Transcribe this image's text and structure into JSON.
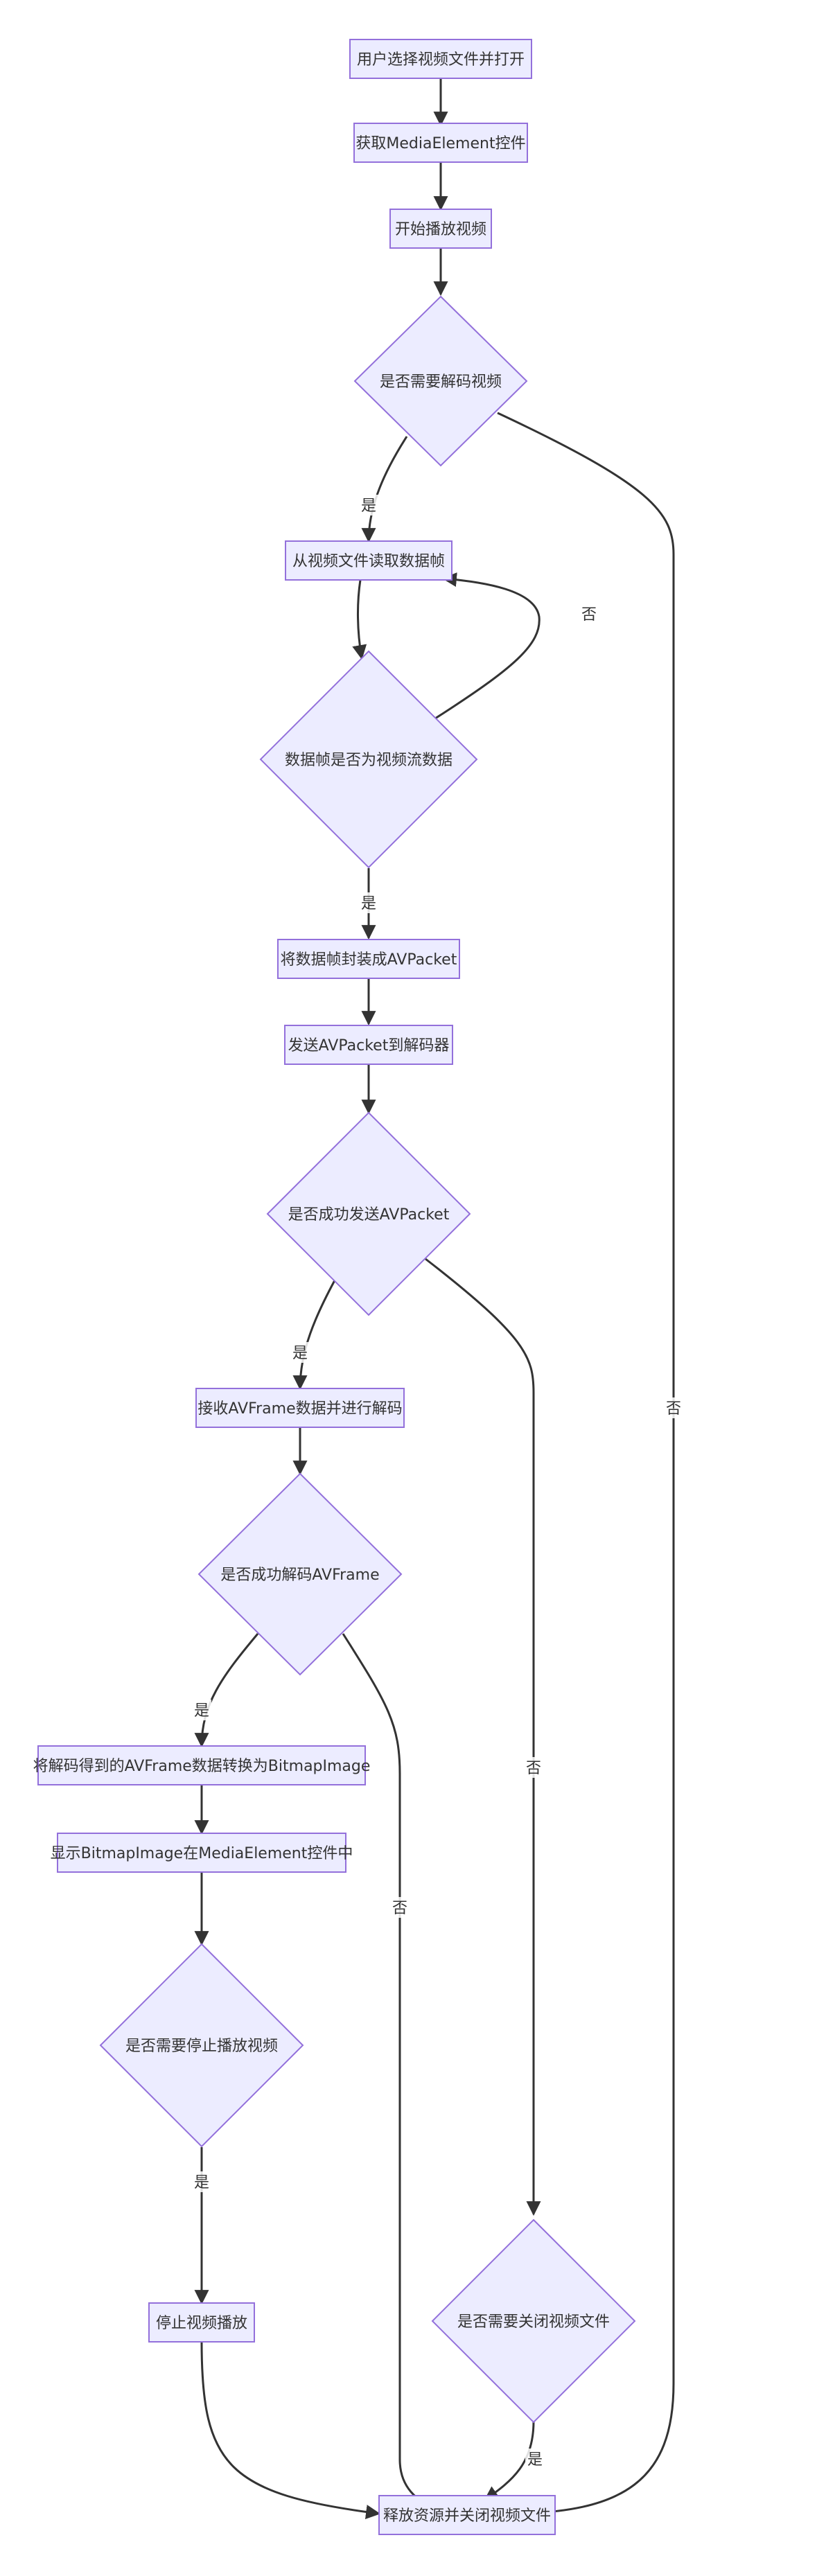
{
  "nodes": {
    "open_file": "用户选择视频文件并打开",
    "get_media_element": "获取MediaElement控件",
    "start_play": "开始播放视频",
    "need_decode": "是否需要解码视频",
    "read_frame": "从视频文件读取数据帧",
    "is_video_stream": "数据帧是否为视频流数据",
    "pack_avpacket": "将数据帧封装成AVPacket",
    "send_avpacket": "发送AVPacket到解码器",
    "send_success": "是否成功发送AVPacket",
    "receive_avframe": "接收AVFrame数据并进行解码",
    "decode_success": "是否成功解码AVFrame",
    "convert_bitmap": "将解码得到的AVFrame数据转换为BitmapImage",
    "show_bitmap": "显示BitmapImage在MediaElement控件中",
    "need_stop": "是否需要停止播放视频",
    "stop_play": "停止视频播放",
    "need_close": "是否需要关闭视频文件",
    "release": "释放资源并关闭视频文件"
  },
  "edge_labels": {
    "yes": "是",
    "no": "否"
  }
}
